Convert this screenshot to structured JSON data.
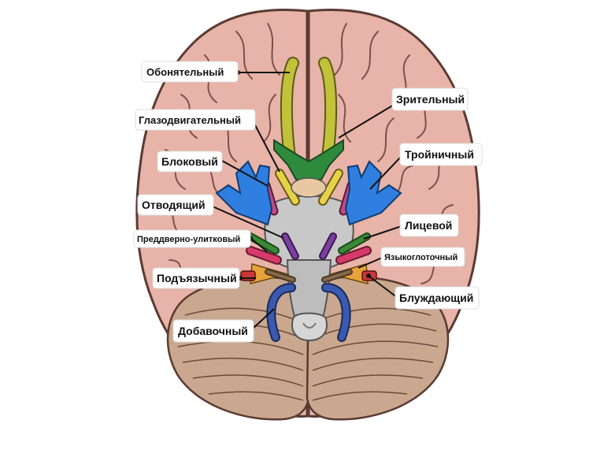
{
  "labels": {
    "olfactory": "Обонятельный",
    "optic": "Зрительный",
    "oculomotor": "Глазодвигательный",
    "trochlear": "Блоковый",
    "trigeminal": "Тройничный",
    "abducens": "Отводящий",
    "facial": "Лицевой",
    "vestibulocochlear": "Преддверно-улитковый",
    "glossopharyngeal": "Языкоглоточный",
    "hypoglossal": "Подъязычный",
    "vagus": "Блуждающий",
    "accessory": "Добавочный"
  },
  "colors": {
    "brain_fill": "#e8b3a8",
    "brain_outline": "#5a3a32",
    "cerebellum_fill": "#c9a88f",
    "brainstem": "#c8c8c8",
    "olfactory": "#c2c23a",
    "optic": "#2e8b3c",
    "oculomotor": "#e6d24a",
    "trochlear": "#c04a8a",
    "trigeminal": "#2f7fe0",
    "abducens": "#7b3fa0",
    "facial": "#3a8a34",
    "vestibulocochlear": "#d63a6a",
    "glossopharyngeal": "#e8a23a",
    "vagus": "#c83838",
    "accessory": "#3a5ab0",
    "hypoglossal": "#8a6a4a"
  }
}
